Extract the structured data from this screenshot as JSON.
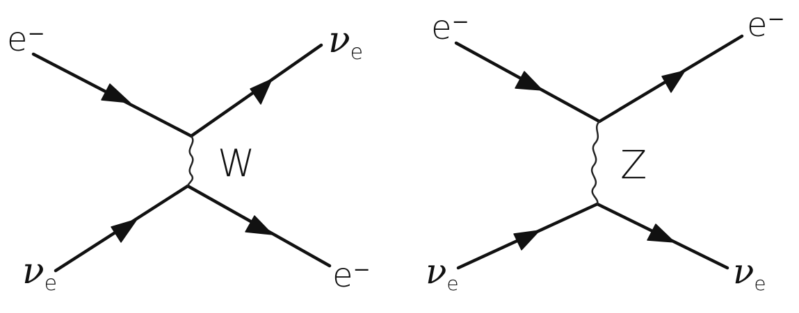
{
  "diagrams": [
    {
      "boson": "W",
      "top_left": "e⁻",
      "top_right": {
        "main": "ν",
        "sub": "e"
      },
      "bottom_left": {
        "main": "ν",
        "sub": "e"
      },
      "bottom_right": "e⁻"
    },
    {
      "boson": "Z",
      "top_left": "e⁻",
      "top_right": "e⁻",
      "bottom_left": {
        "main": "ν",
        "sub": "e"
      },
      "bottom_right": {
        "main": "ν",
        "sub": "e"
      }
    }
  ],
  "colors": {
    "line": "#111111",
    "background": "#ffffff"
  }
}
